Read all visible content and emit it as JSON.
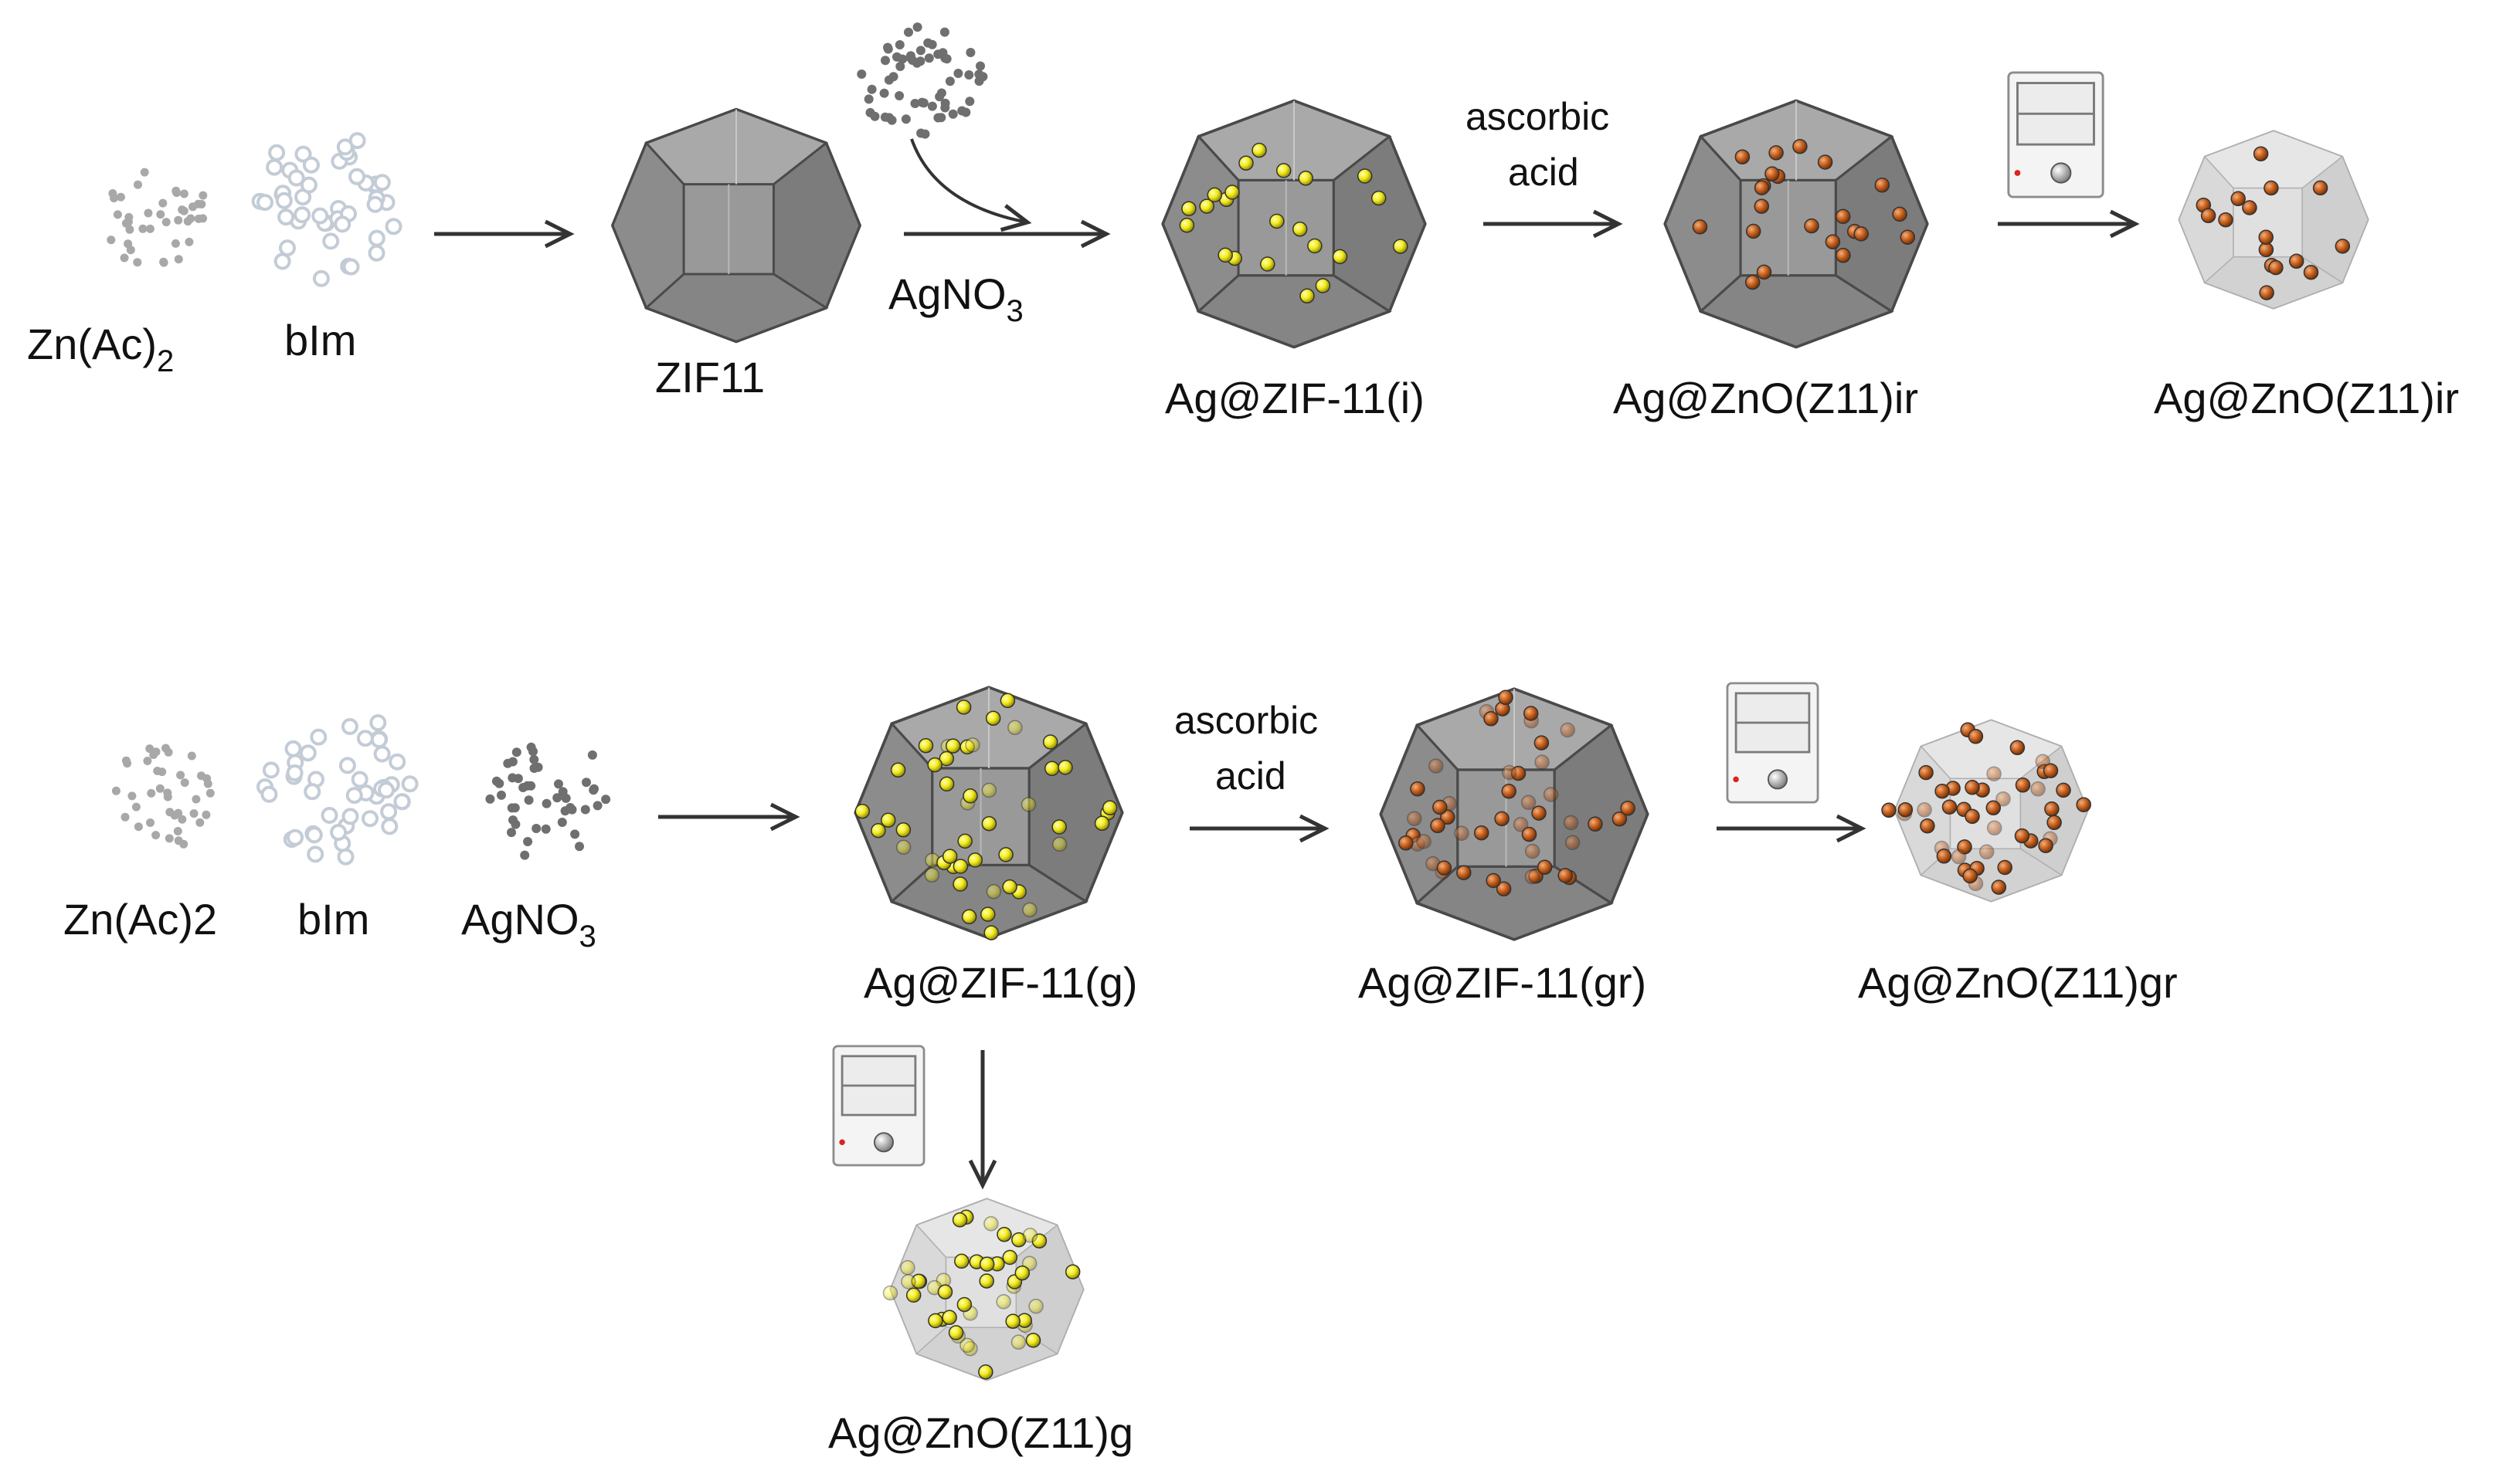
{
  "labels": {
    "zn_ac_top": "Zn(Ac)",
    "zn_ac_top_sub": "2",
    "bim_top": "bIm",
    "zif11": "ZIF11",
    "agno3_top": "AgNO",
    "agno3_top_sub": "3",
    "ag_zif11_i": "Ag@ZIF-11(i)",
    "ascorbic_top_1": "ascorbic",
    "ascorbic_top_2": "acid",
    "ag_zno_ir_1": "Ag@ZnO(Z11)ir",
    "ag_zno_ir_2": "Ag@ZnO(Z11)ir",
    "zn_ac_bottom": "Zn(Ac)2",
    "bim_bottom": "bIm",
    "agno3_bottom": "AgNO",
    "agno3_bottom_sub": "3",
    "ag_zif11_g": "Ag@ZIF-11(g)",
    "ascorbic_bottom_1": "ascorbic",
    "ascorbic_bottom_2": "acid",
    "ag_zif11_gr": "Ag@ZIF-11(gr)",
    "ag_zno_gr": "Ag@ZnO(Z11)gr",
    "ag_zno_g": "Ag@ZnO(Z11)g"
  },
  "colors": {
    "silver_yellow": "#f2ea1c",
    "silver_orange": "#c8601e",
    "crystal_dark": "#8a8a8a",
    "crystal_calcined": "#d9d9d9",
    "precursor_gray": "#a8a8a8",
    "bim_blue_gray": "#c3ccd6",
    "agno3_dark": "#6f6f6f"
  },
  "icons": [
    "furnace-icon",
    "precursor-particles-icon",
    "rhombic-dodecahedron-crystal-icon"
  ]
}
